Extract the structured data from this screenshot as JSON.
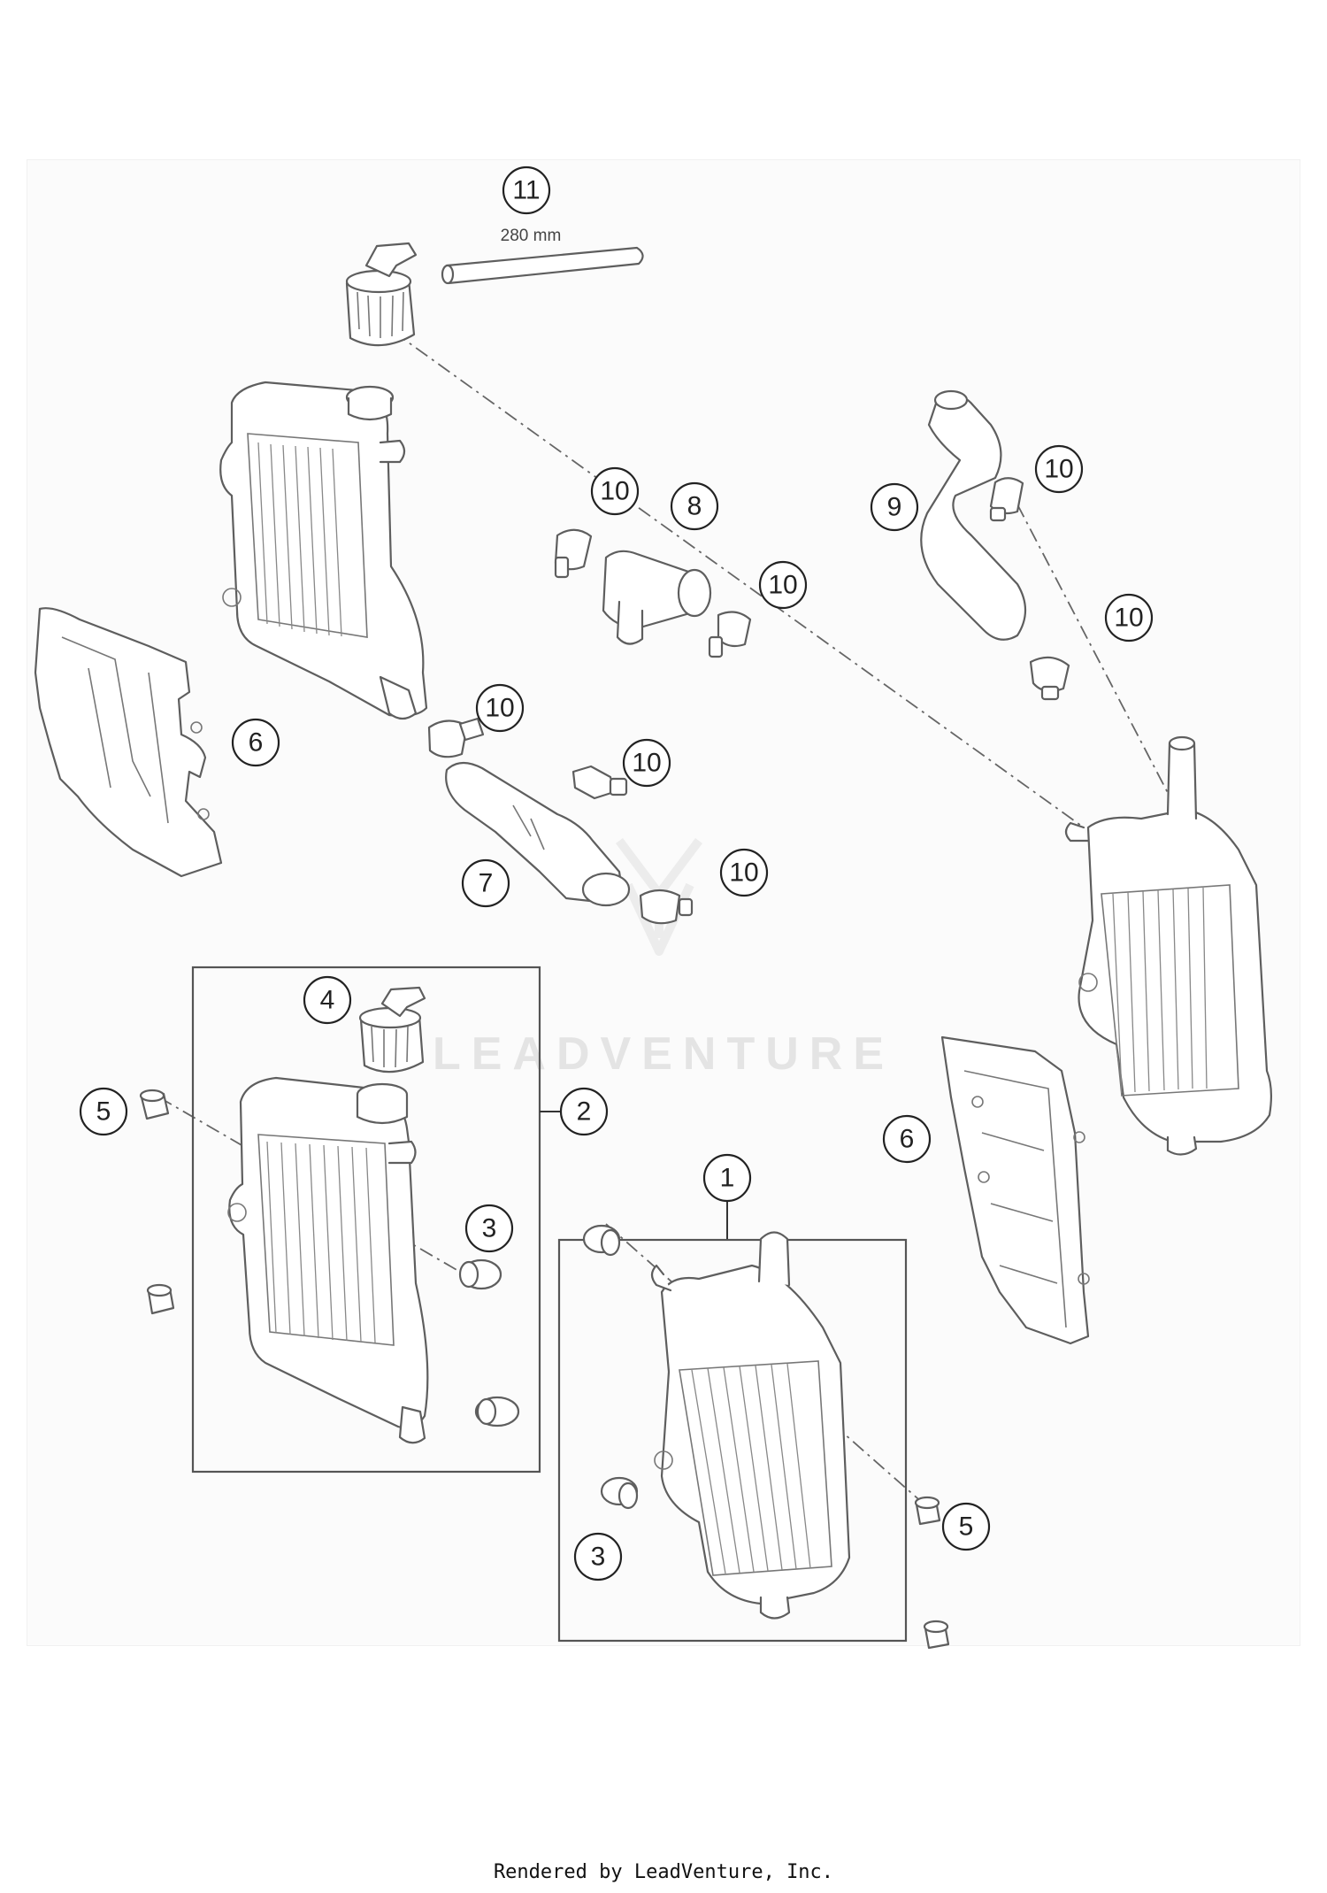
{
  "callouts": {
    "c1": "1",
    "c2": "2",
    "c3a": "3",
    "c3b": "3",
    "c4": "4",
    "c5a": "5",
    "c5b": "5",
    "c6a": "6",
    "c6b": "6",
    "c7": "7",
    "c8": "8",
    "c9": "9",
    "c10a": "10",
    "c10b": "10",
    "c10c": "10",
    "c10d": "10",
    "c10e": "10",
    "c10f": "10",
    "c10g": "10",
    "c11": "11"
  },
  "hose_length_label": "280 mm",
  "watermark": {
    "text": "LEADVENTURE"
  },
  "footer": {
    "text": "Rendered by LeadVenture, Inc."
  }
}
